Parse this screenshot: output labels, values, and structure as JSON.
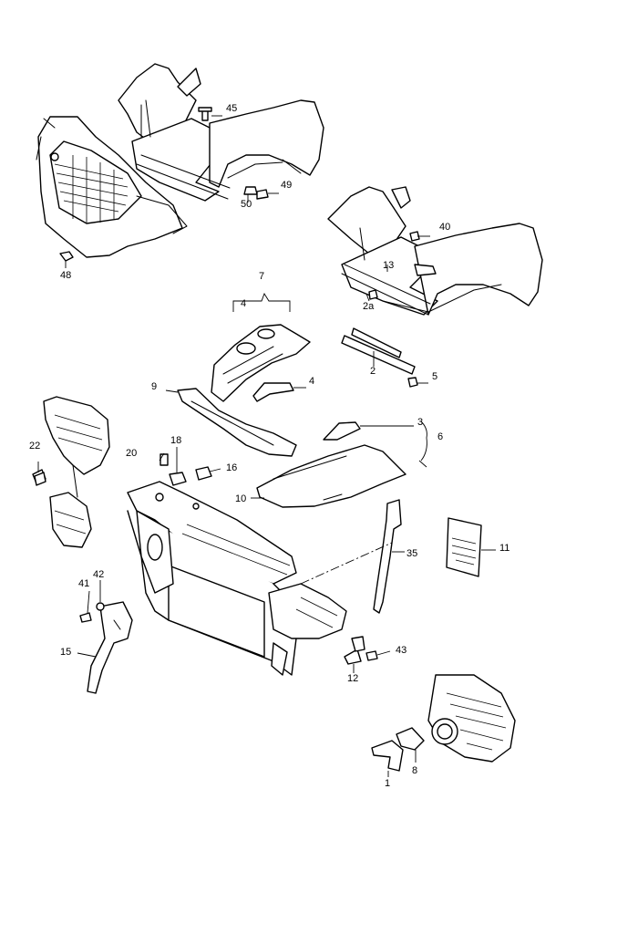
{
  "callouts": [
    {
      "id": "45",
      "label": "45"
    },
    {
      "id": "49",
      "label": "49"
    },
    {
      "id": "50",
      "label": "50"
    },
    {
      "id": "48",
      "label": "48"
    },
    {
      "id": "40",
      "label": "40"
    },
    {
      "id": "13",
      "label": "13"
    },
    {
      "id": "7",
      "label": "7"
    },
    {
      "id": "4a",
      "label": "4"
    },
    {
      "id": "2a",
      "label": "2a"
    },
    {
      "id": "2",
      "label": "2"
    },
    {
      "id": "5",
      "label": "5"
    },
    {
      "id": "9",
      "label": "9"
    },
    {
      "id": "4b",
      "label": "4"
    },
    {
      "id": "3",
      "label": "3"
    },
    {
      "id": "6",
      "label": "6"
    },
    {
      "id": "22",
      "label": "22"
    },
    {
      "id": "20",
      "label": "20"
    },
    {
      "id": "18",
      "label": "18"
    },
    {
      "id": "16",
      "label": "16"
    },
    {
      "id": "10",
      "label": "10"
    },
    {
      "id": "11",
      "label": "11"
    },
    {
      "id": "35",
      "label": "35"
    },
    {
      "id": "41",
      "label": "41"
    },
    {
      "id": "42",
      "label": "42"
    },
    {
      "id": "15",
      "label": "15"
    },
    {
      "id": "43",
      "label": "43"
    },
    {
      "id": "12",
      "label": "12"
    },
    {
      "id": "1",
      "label": "1"
    },
    {
      "id": "8",
      "label": "8"
    }
  ]
}
